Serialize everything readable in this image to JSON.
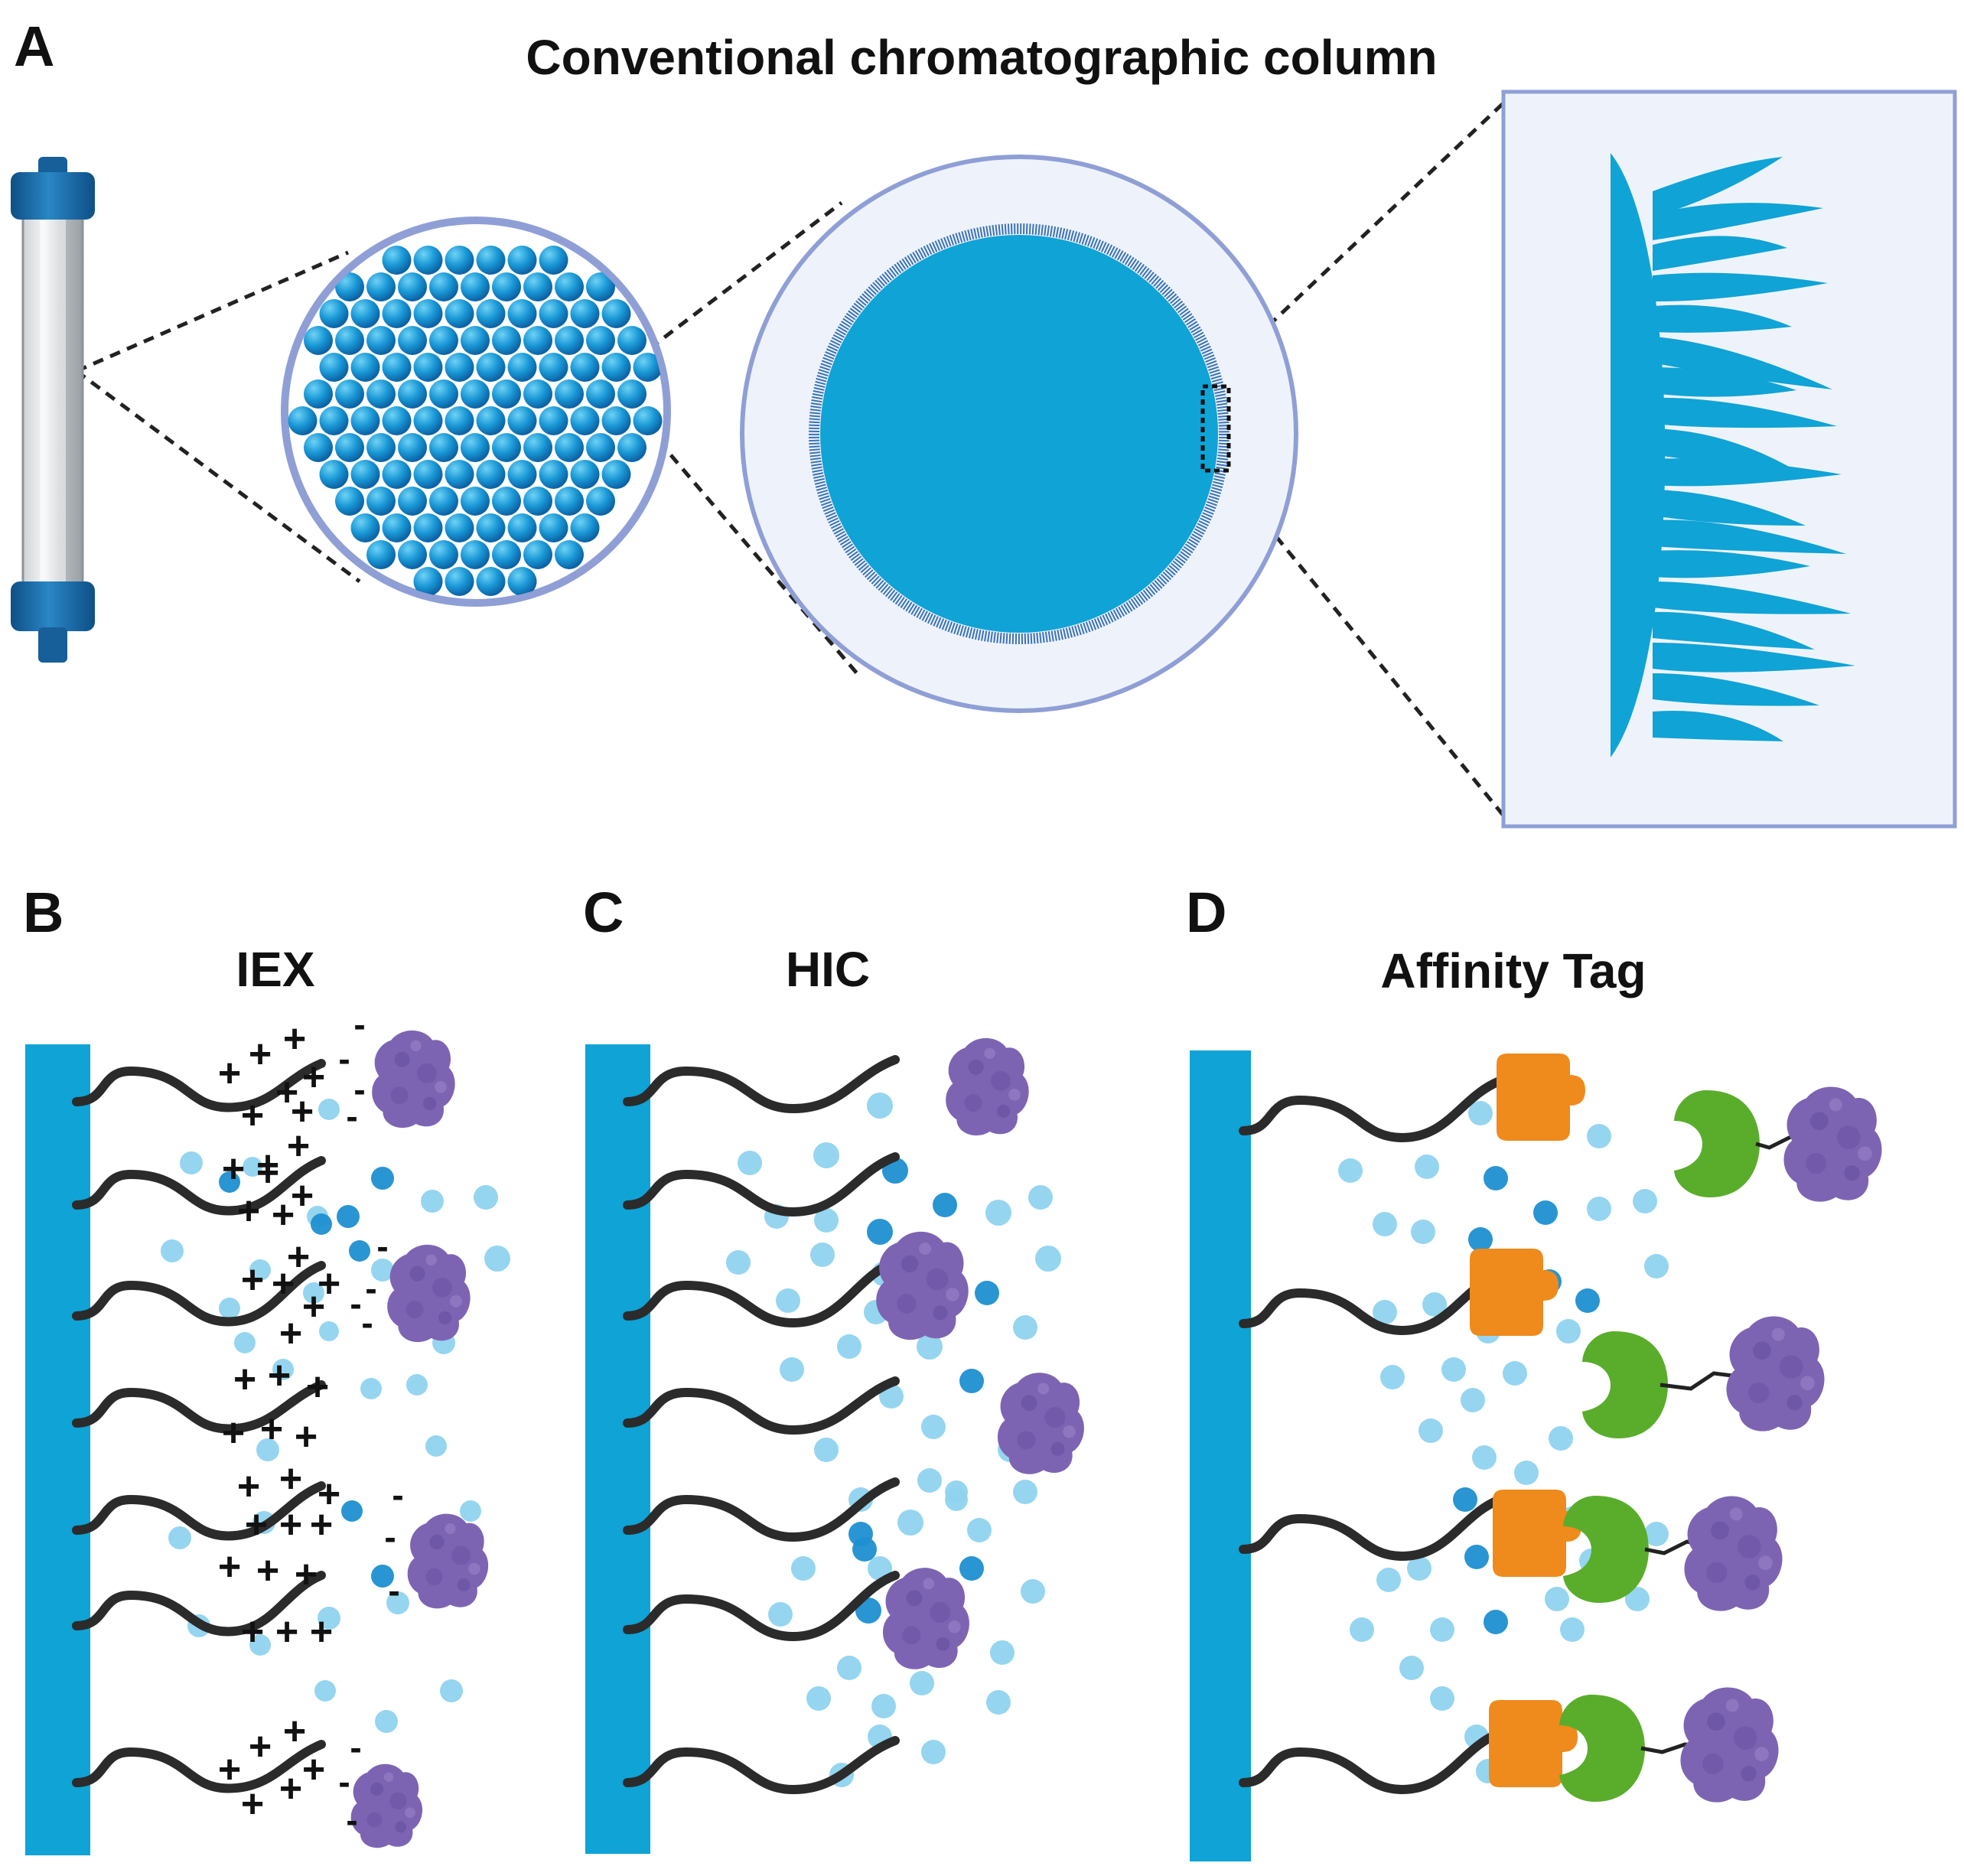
{
  "panel_a": {
    "letter": "A",
    "title": "Conventional chromatographic column"
  },
  "panel_b": {
    "letter": "B",
    "title": "IEX",
    "plus": "+",
    "minus": "-"
  },
  "panel_c": {
    "letter": "C",
    "title": "HIC"
  },
  "panel_d": {
    "letter": "D",
    "title": "Affinity Tag"
  },
  "colors": {
    "resin_blue": "#0fa3d6",
    "bead_blue": "#1d8fd0",
    "bead_light": "#8fd3ee",
    "column_cap": "#1a6aa5",
    "ring": "#8f9fd6",
    "ring_fill": "#eef3fb",
    "protein": "#7d64b3",
    "tag_orange": "#ef8a1c",
    "binder_green": "#59ad2b",
    "ligand": "#2b2b2b"
  }
}
